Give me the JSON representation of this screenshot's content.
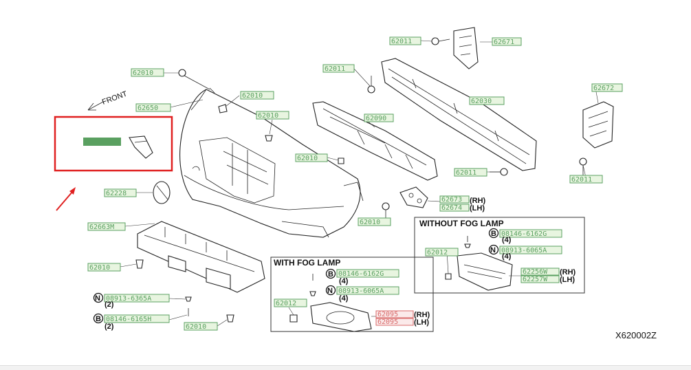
{
  "front_label": "FRONT",
  "diagram_code": "X620002Z",
  "accent_red": "#e02020",
  "highlight_green": "#5aa060",
  "highlight_red": "#d86a6a",
  "parts": {
    "p62011_a": "62011",
    "p62671": "62671",
    "p62011_b": "62011",
    "p62030": "62030",
    "p62672": "62672",
    "p62010_top": "62010",
    "p62010_right": "62010",
    "p62650": "62650",
    "p62010_clip": "62010",
    "p62090": "62090",
    "p62010_mid": "62010",
    "p62011_c": "62011",
    "p62011_d": "62011",
    "p62228": "62228",
    "p62673": "62673",
    "p62674": "62674",
    "p62010_lower": "62010",
    "p62663m": "62663M",
    "p62010_under": "62010",
    "p62010_bot": "62010",
    "p62012_a": "62012",
    "p62256w": "62256W",
    "p62257w": "62257W",
    "p62012_b": "62012",
    "p62095_rh": "62095",
    "p62095_lh": "62095",
    "bolt_a": "08146-6162G",
    "nut_a": "08913-6065A",
    "bolt_b": "08146-6162G",
    "nut_b": "08913-6065A",
    "nut_c": "08913-6365A",
    "bolt_c": "08146-6165H"
  },
  "qty": {
    "q4a": "(4)",
    "q4b": "(4)",
    "q4c": "(4)",
    "q4d": "(4)",
    "q2a": "(2)",
    "q2b": "(2)"
  },
  "side": {
    "rh": "(RH)",
    "lh": "(LH)"
  },
  "letters": {
    "b": "B",
    "n": "N"
  },
  "boxes": {
    "without_fog": "WITHOUT FOG LAMP",
    "with_fog": "WITH FOG LAMP"
  }
}
